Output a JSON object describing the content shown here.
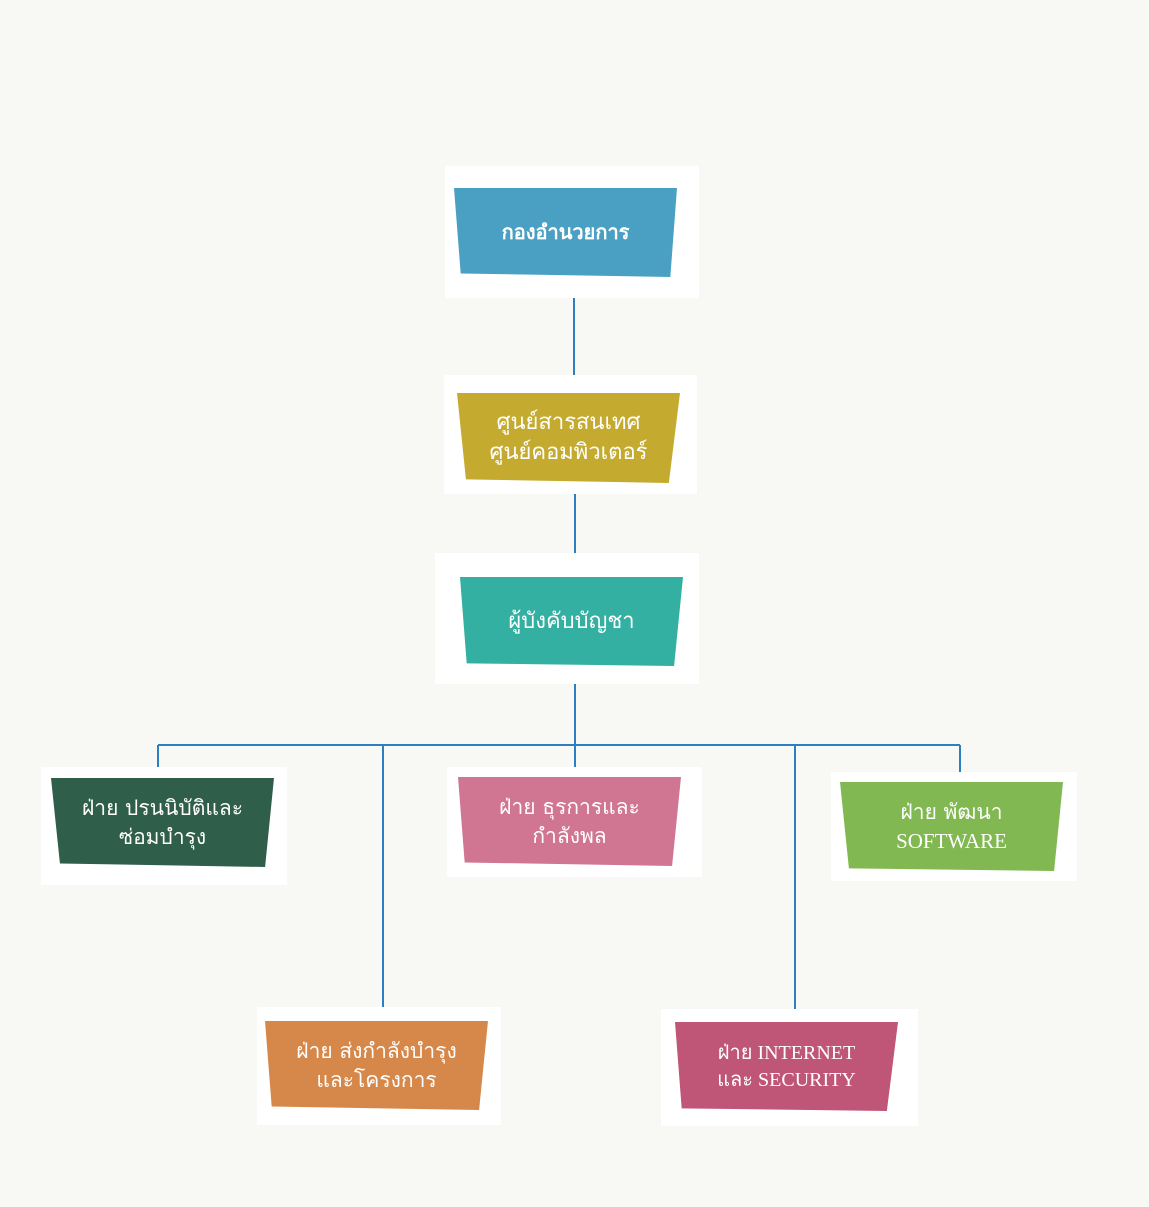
{
  "colors": {
    "background": "#f8f8f4",
    "connector": "#2e7fc2",
    "card_frame": "#ffffff",
    "node_text": "#ffffff"
  },
  "org_chart": {
    "division_hq": {
      "label": "กองอำนวยการ",
      "color": "#4aa0c2"
    },
    "it_center": {
      "line1": "ศูนย์สารสนเทศ",
      "line2": "ศูนย์คอมพิวเตอร์",
      "color": "#c4ab30"
    },
    "commander": {
      "label": "ผู้บังคับบัญชา",
      "color": "#33b0a1"
    },
    "ops_maintenance": {
      "line1": "ฝ่าย ปรนนิบัติและ",
      "line2": "ซ่อมบำรุง",
      "color": "#2f5e4a"
    },
    "admin_personnel": {
      "line1": "ฝ่าย ธุรการและ",
      "line2": "กำลังพล",
      "color": "#d07592"
    },
    "software_dev": {
      "line1": "ฝ่าย พัฒนา",
      "line2": "SOFTWARE",
      "color": "#81b852"
    },
    "logistics_projects": {
      "line1": "ฝ่าย ส่งกำลังบำรุง",
      "line2": "และโครงการ",
      "color": "#d6884a"
    },
    "internet_security": {
      "line1": "ฝ่าย INTERNET",
      "line2": "และ SECURITY",
      "color": "#bf5577"
    }
  }
}
